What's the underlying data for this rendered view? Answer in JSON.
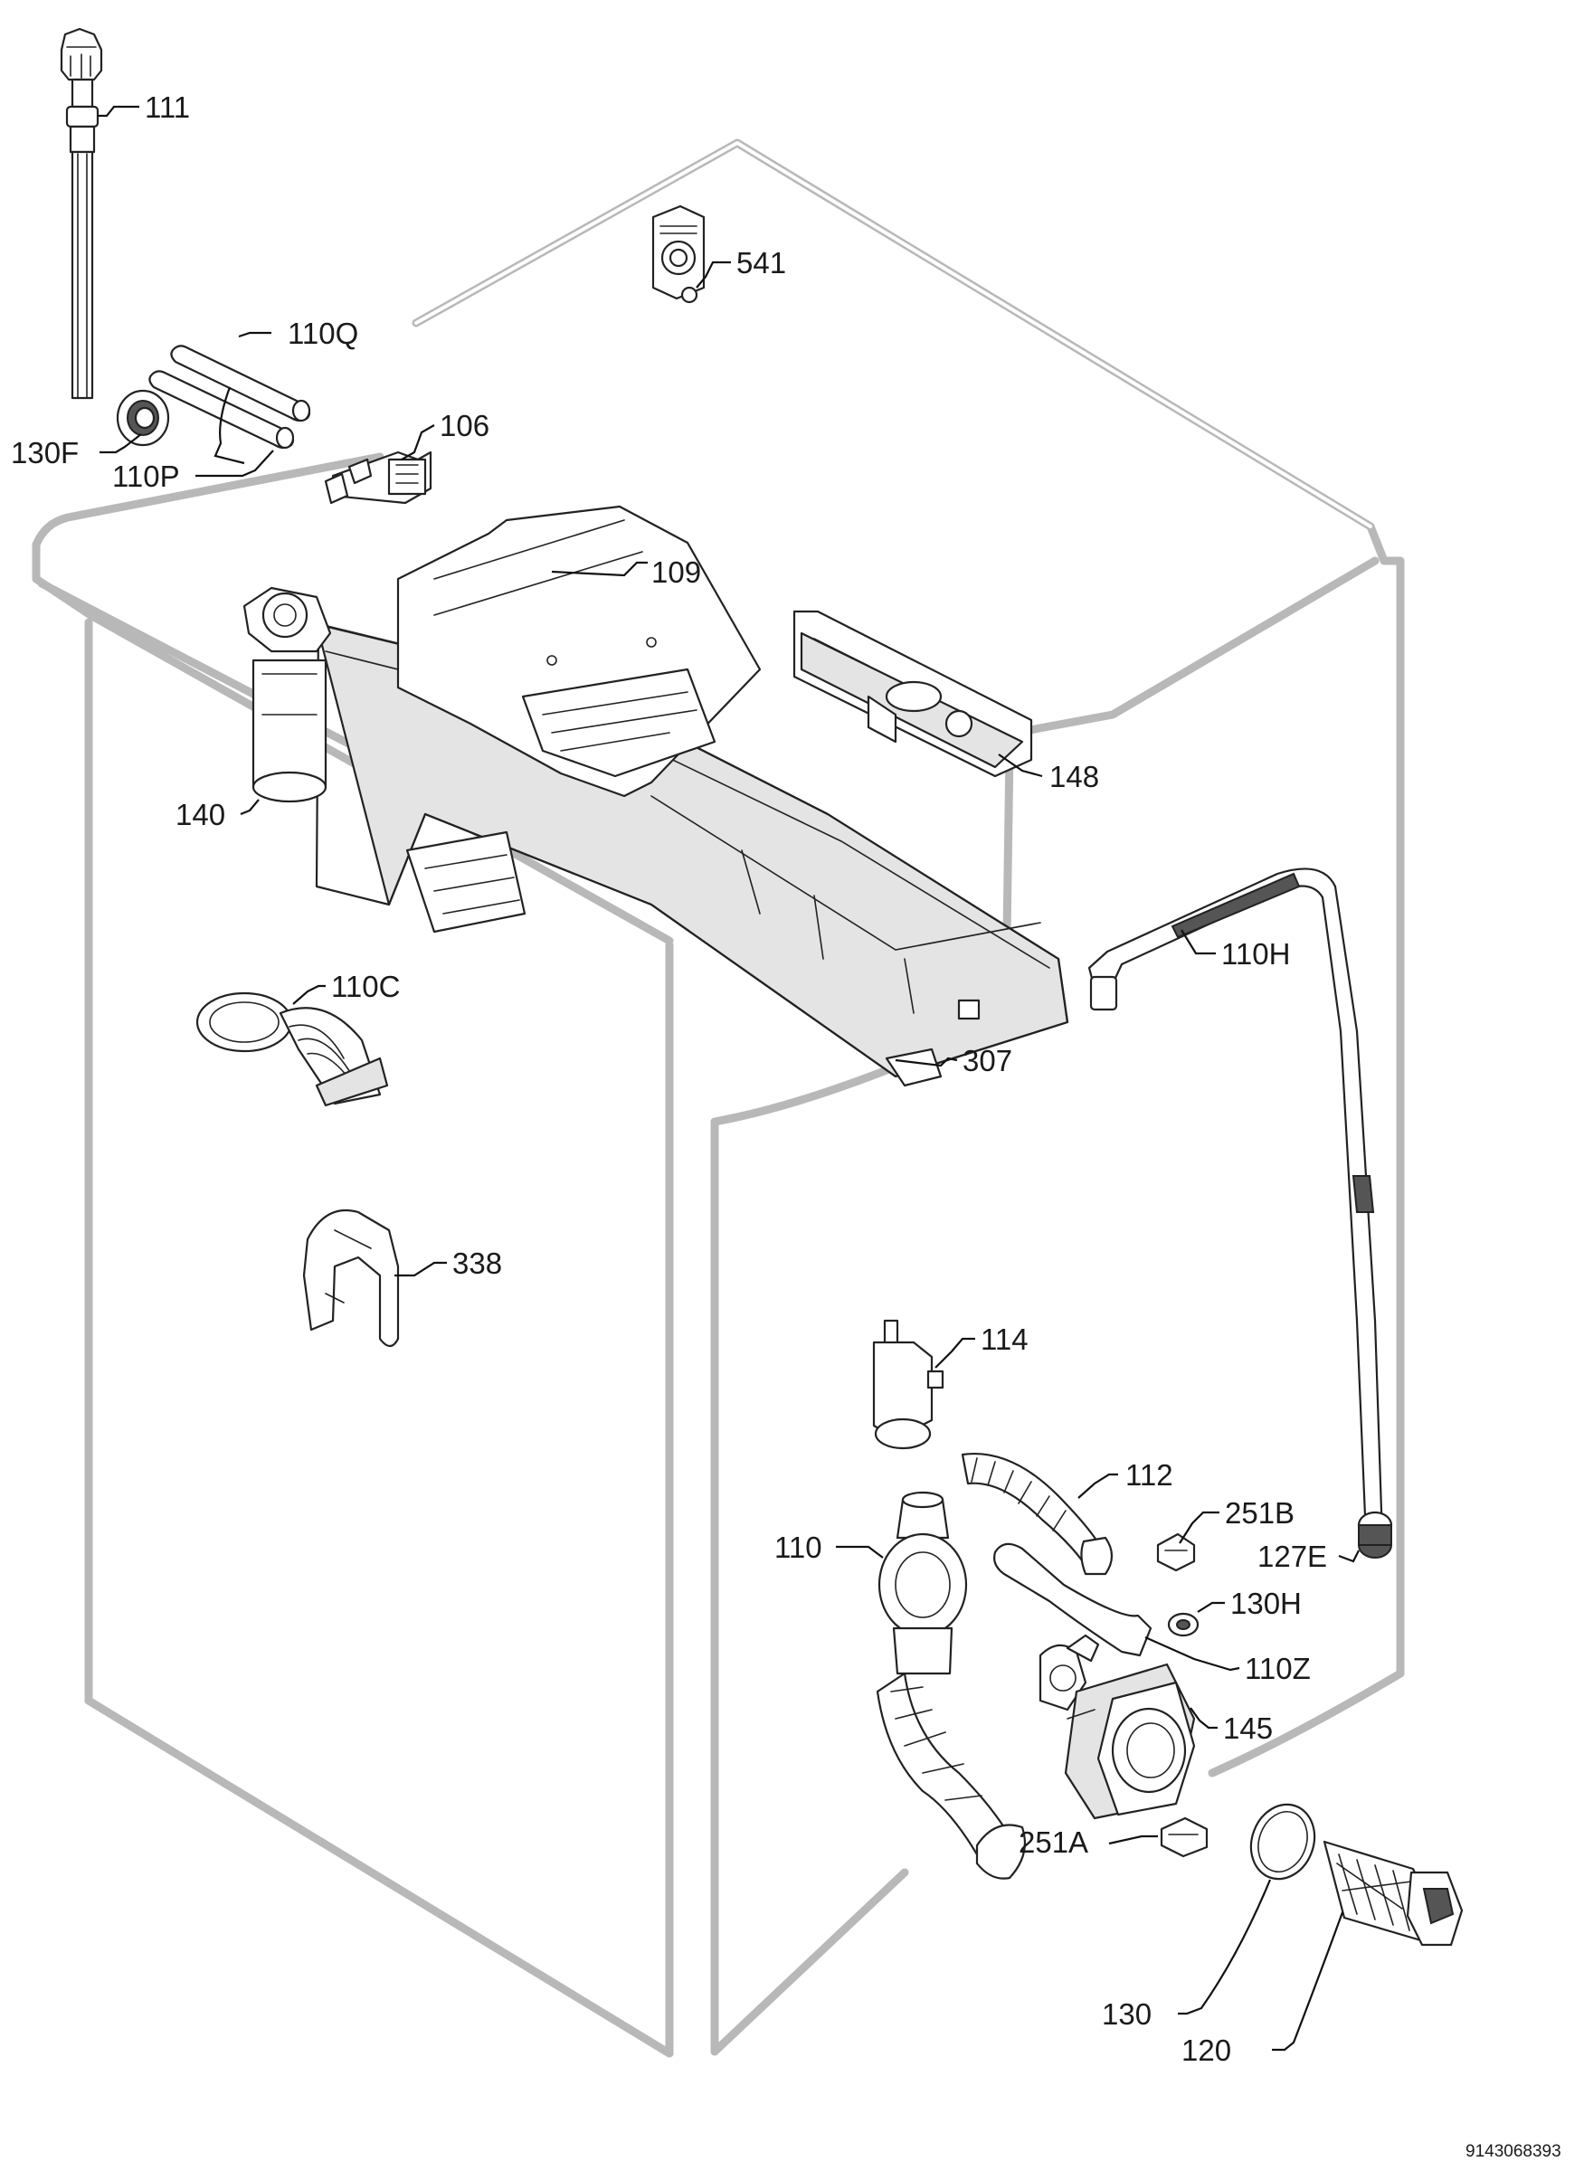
{
  "figure": {
    "document_id": "9143068393"
  },
  "callouts": [
    {
      "id": "111",
      "label": "111"
    },
    {
      "id": "541",
      "label": "541"
    },
    {
      "id": "110Q",
      "label": "110Q"
    },
    {
      "id": "106",
      "label": "106"
    },
    {
      "id": "130F",
      "label": "130F"
    },
    {
      "id": "110P",
      "label": "110P"
    },
    {
      "id": "109",
      "label": "109"
    },
    {
      "id": "148",
      "label": "148"
    },
    {
      "id": "140",
      "label": "140"
    },
    {
      "id": "110H",
      "label": "110H"
    },
    {
      "id": "110C",
      "label": "110C"
    },
    {
      "id": "307",
      "label": "307"
    },
    {
      "id": "338",
      "label": "338"
    },
    {
      "id": "114",
      "label": "114"
    },
    {
      "id": "112",
      "label": "112"
    },
    {
      "id": "251B",
      "label": "251B"
    },
    {
      "id": "110",
      "label": "110"
    },
    {
      "id": "127E",
      "label": "127E"
    },
    {
      "id": "130H",
      "label": "130H"
    },
    {
      "id": "110Z",
      "label": "110Z"
    },
    {
      "id": "145",
      "label": "145"
    },
    {
      "id": "251A",
      "label": "251A"
    },
    {
      "id": "130",
      "label": "130"
    },
    {
      "id": "120",
      "label": "120"
    }
  ]
}
